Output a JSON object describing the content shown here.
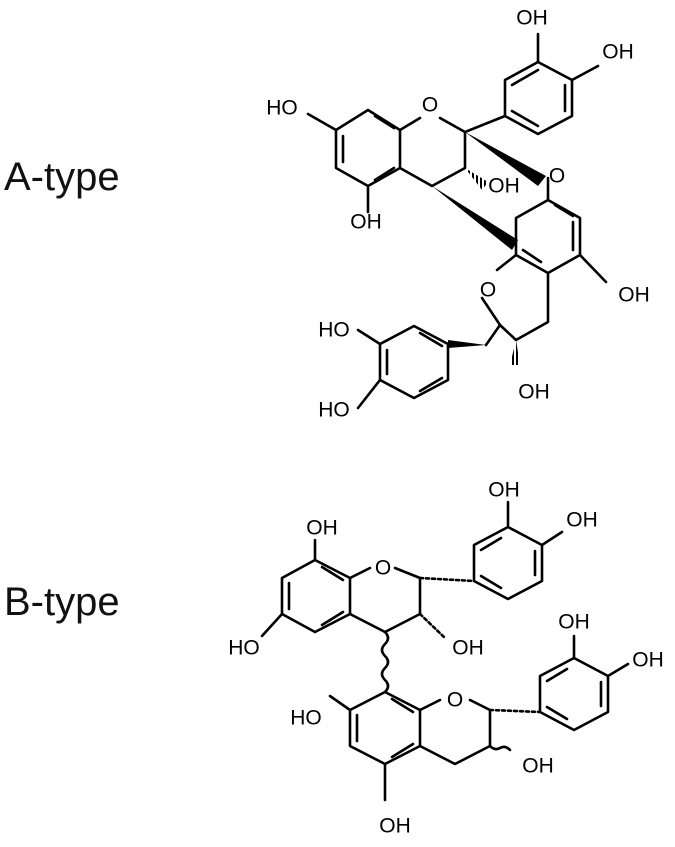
{
  "labels": {
    "a_type": "A-type",
    "b_type": "B-type"
  },
  "atoms": {
    "hydroxyl": "OH",
    "hydroxyl_left": "HO",
    "ring_oxygen": "O"
  },
  "colors": {
    "bond": "#000000",
    "background": "#ffffff"
  }
}
